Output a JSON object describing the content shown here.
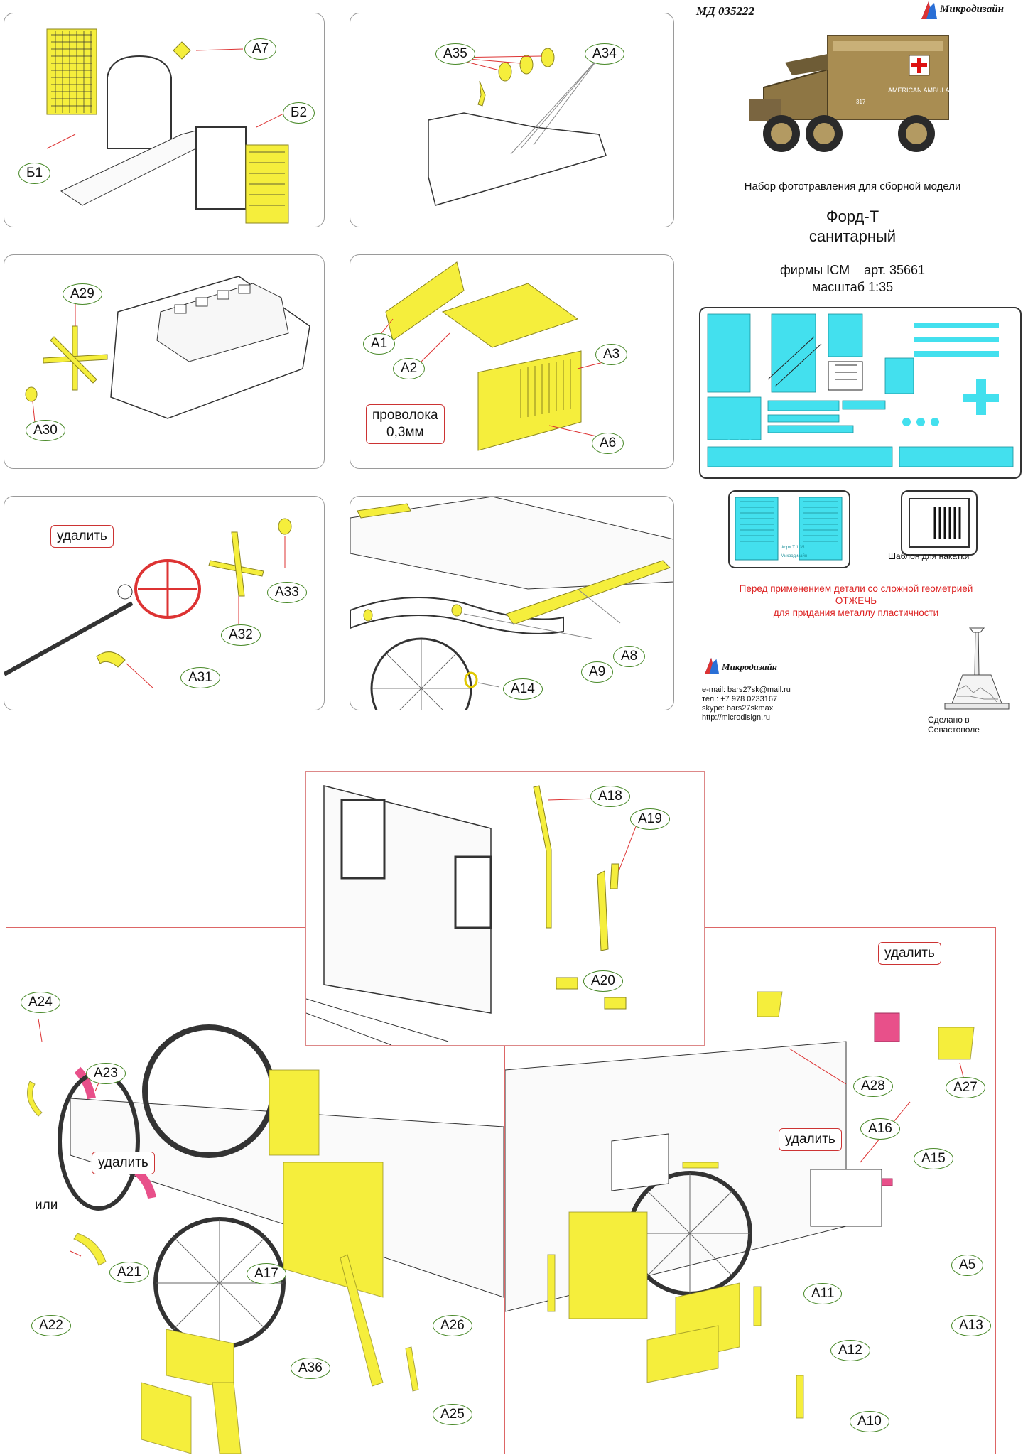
{
  "header": {
    "code": "МД 035222",
    "brand": "Микродизайн"
  },
  "titles": {
    "kit_line": "Набор фототравления для сборной модели",
    "model_line1": "Форд-Т",
    "model_line2": "санитарный",
    "maker_line": "фирмы ICM    арт. 35661",
    "scale_line": "масштаб 1:35"
  },
  "box_art": {
    "vehicle_text": "AMERICAN AMBULANCE",
    "vehicle_number": "317"
  },
  "fret": {
    "small_plate_text1": "Форд Т 1:35",
    "small_plate_text2": "Микродизайн",
    "template_caption": "Шаблон для накатки"
  },
  "warning": {
    "line1": "Перед применением детали со сложной геометрией",
    "line2": "ОТЖЕЧЬ",
    "line3": "для придания металлу пластичности"
  },
  "contact": {
    "brand": "Микродизайн",
    "email": "e-mail: bars27sk@mail.ru",
    "phone": "тел.: +7 978 0233167",
    "skype": "skype: bars27skmax",
    "web": "http://microdisign.ru"
  },
  "made_in": "Сделано в Севастополе",
  "panels": {
    "p1": {
      "labels": [
        "А7",
        "Б2",
        "Б1"
      ]
    },
    "p2": {
      "labels": [
        "А35",
        "А34"
      ]
    },
    "p3": {
      "labels": [
        "А29",
        "А30"
      ]
    },
    "p4": {
      "labels": [
        "А1",
        "А2",
        "А3",
        "А6"
      ],
      "note": "проволока\n0,3мм"
    },
    "p5": {
      "labels": [
        "А33",
        "А32",
        "А31"
      ],
      "remove": "удалить"
    },
    "p6": {
      "labels": [
        "А8",
        "А9",
        "А14"
      ]
    },
    "p7": {
      "labels": [
        "А18",
        "А19",
        "А20"
      ]
    },
    "p8": {
      "labels": [
        "А24",
        "А23",
        "А21",
        "А22",
        "А17",
        "А26",
        "А36",
        "А25"
      ],
      "remove": "удалить",
      "or": "или"
    },
    "p9": {
      "labels": [
        "А28",
        "А27",
        "А16",
        "А15",
        "А11",
        "А5",
        "А13",
        "А12",
        "А10"
      ],
      "remove1": "удалить",
      "remove2": "удалить"
    }
  },
  "colors": {
    "etch_yellow": "#f5ee3c",
    "remove_pink": "#e8508a",
    "fret_cyan": "#43e0ee",
    "label_green": "#4a8a2a",
    "remove_red": "#cc3333"
  }
}
